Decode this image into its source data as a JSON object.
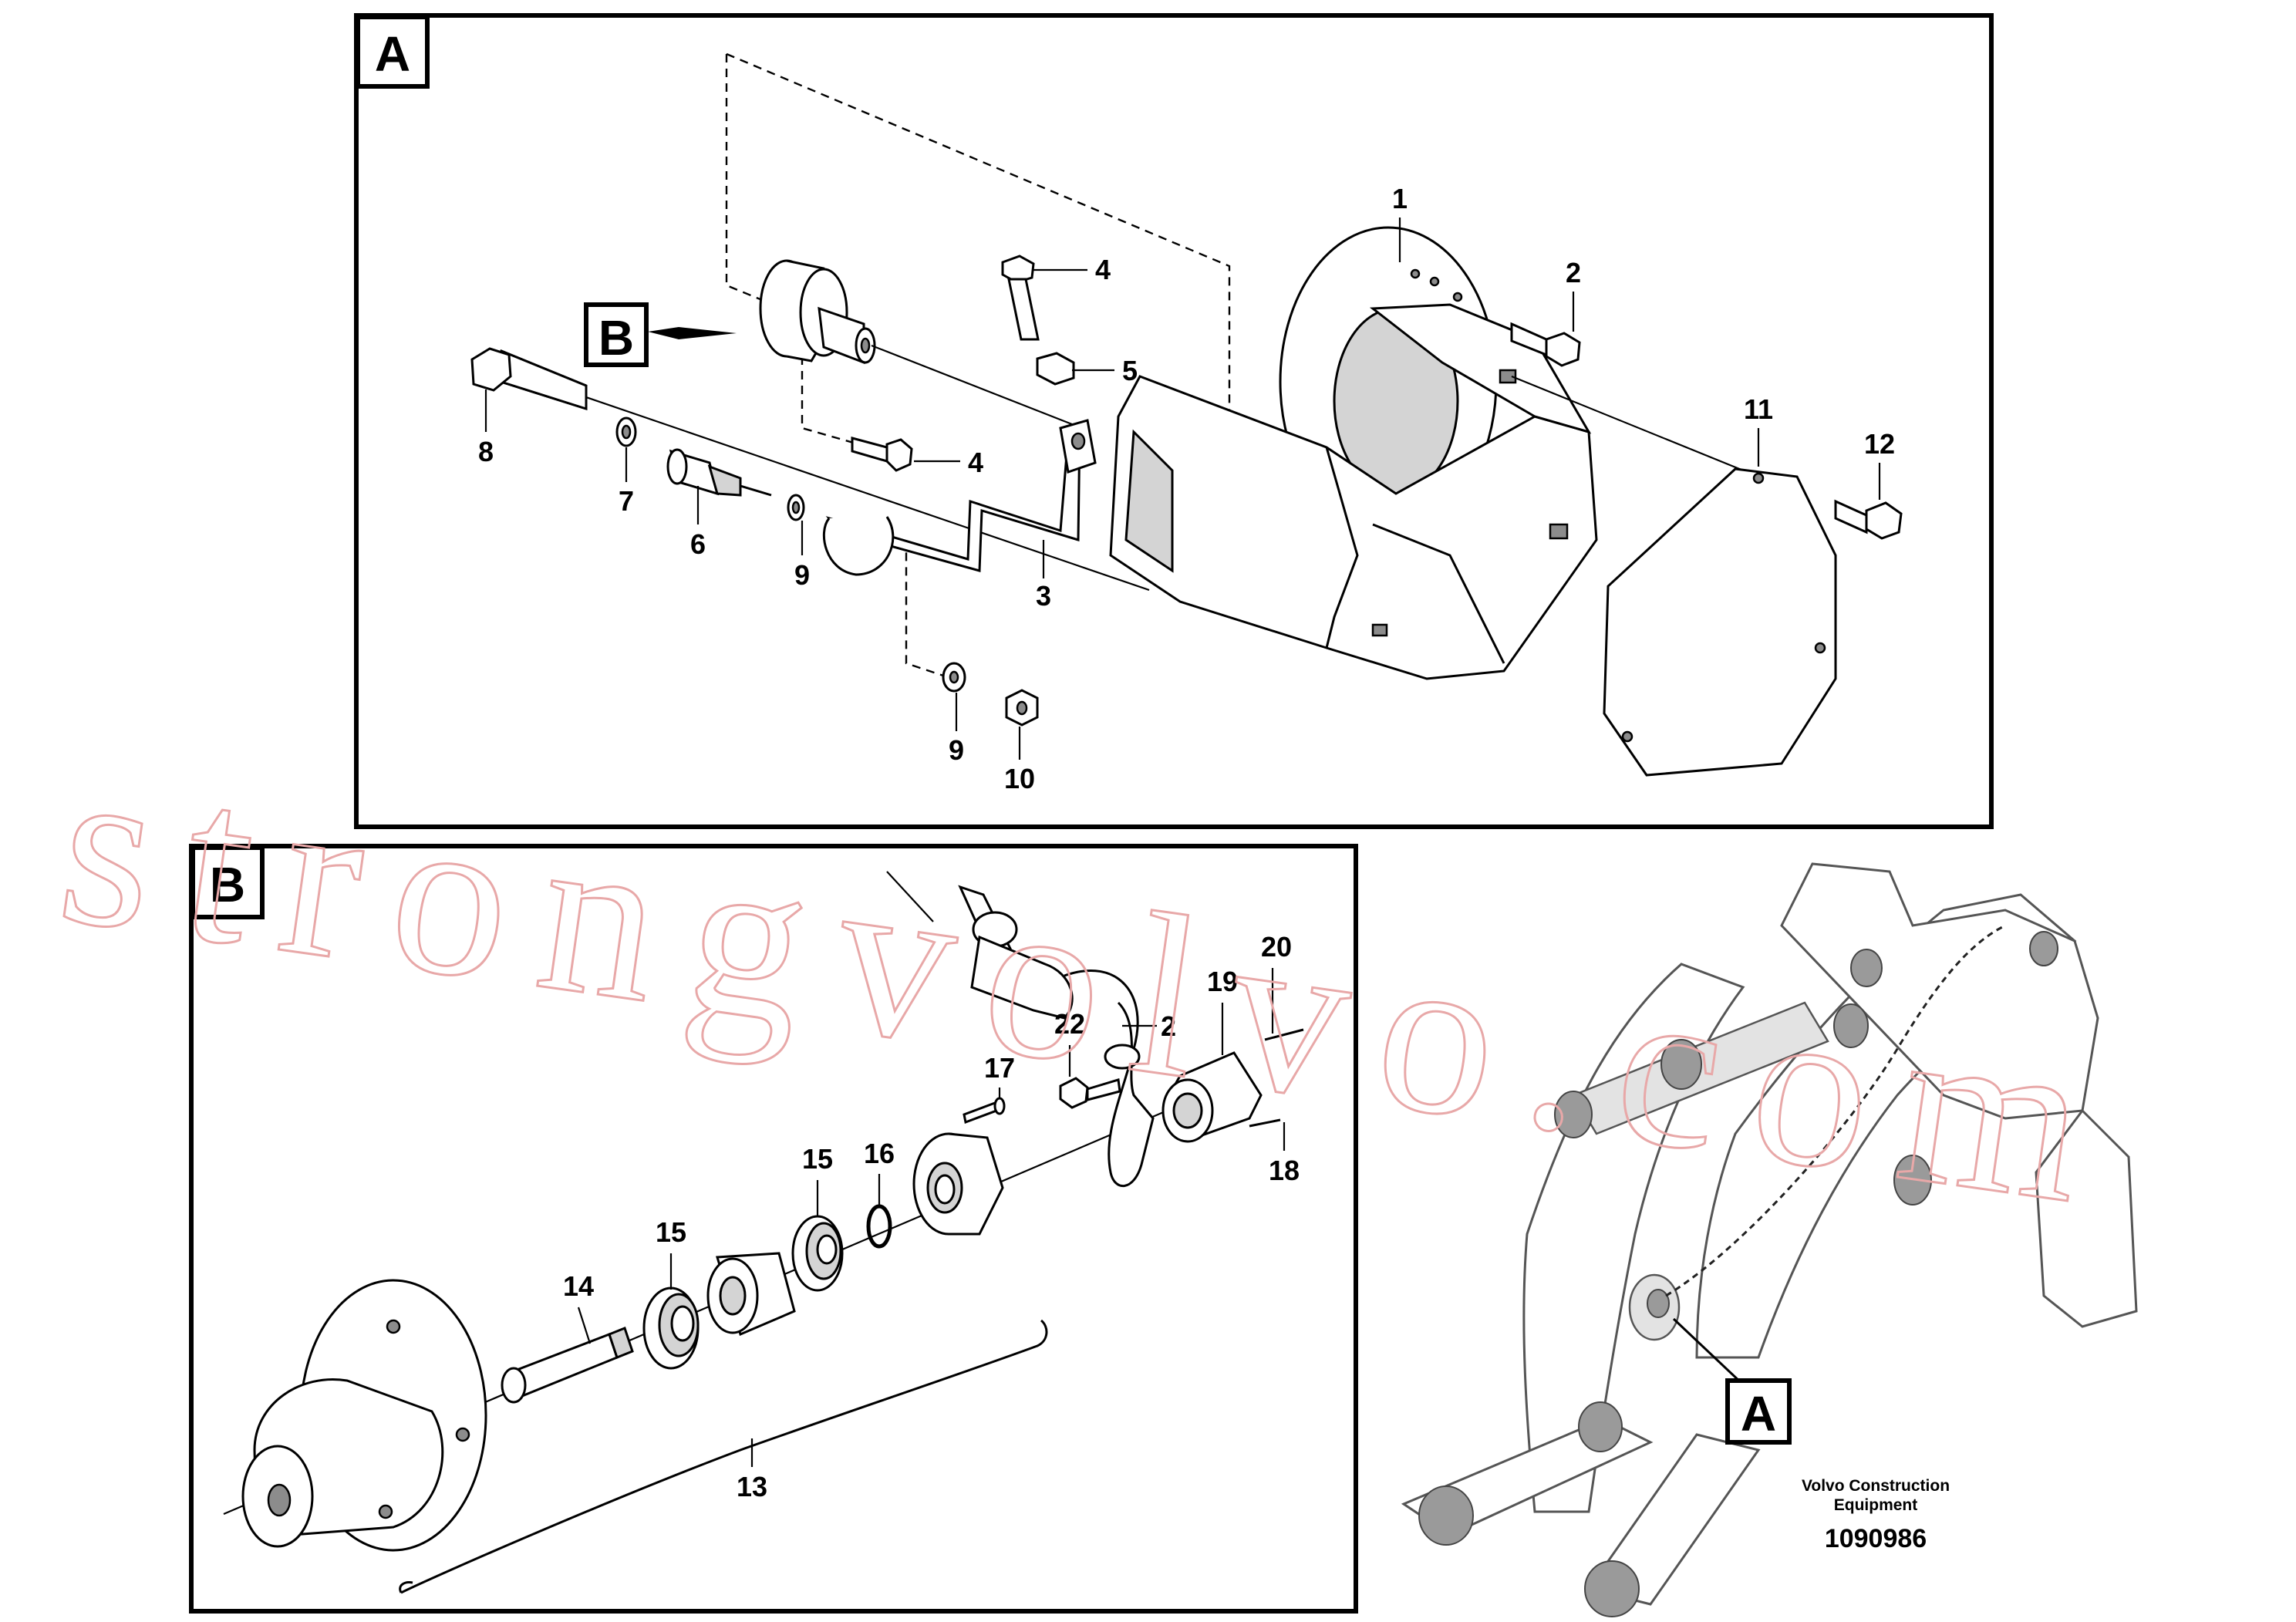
{
  "panels": {
    "a": {
      "tag": "A"
    },
    "b": {
      "tag": "B"
    },
    "overview": {
      "tag": "A"
    }
  },
  "callouts": {
    "a": [
      "1",
      "2",
      "3",
      "4",
      "4",
      "5",
      "6",
      "7",
      "8",
      "9",
      "9",
      "10",
      "11",
      "12"
    ],
    "a_ref_b": "B",
    "b": [
      "13",
      "14",
      "15",
      "15",
      "16",
      "17",
      "18",
      "19",
      "20",
      "22",
      "2"
    ]
  },
  "footer": {
    "brand_line1": "Volvo Construction",
    "brand_line2": "Equipment",
    "drawing_number": "1090986"
  },
  "watermark": "strongvolvo.com",
  "colors": {
    "line": "#000000",
    "watermark": "#e8a8a8"
  }
}
